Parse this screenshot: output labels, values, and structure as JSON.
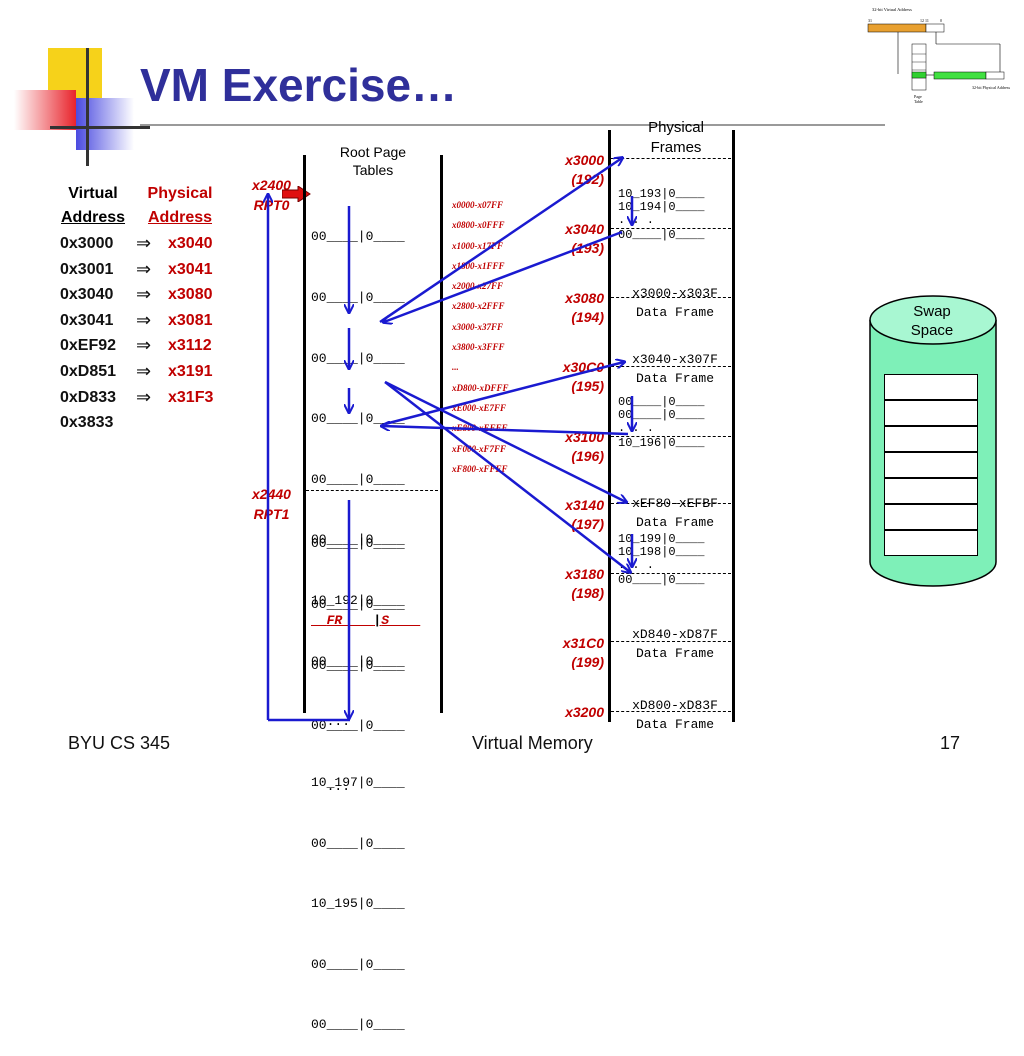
{
  "title": "VM Exercise…",
  "columns": {
    "virtual": [
      "Virtual",
      "Address"
    ],
    "physical": [
      "Physical",
      "Address"
    ]
  },
  "mappings": [
    {
      "va": "0x3000",
      "pa": "x3040"
    },
    {
      "va": "0x3001",
      "pa": "x3041"
    },
    {
      "va": "0x3040",
      "pa": "x3080"
    },
    {
      "va": "0x3041",
      "pa": "x3081"
    },
    {
      "va": "0xEF92",
      "pa": "x3112"
    },
    {
      "va": "0xD851",
      "pa": "x3191"
    },
    {
      "va": "0xD833",
      "pa": "x31F3"
    },
    {
      "va": "0x3833",
      "pa": ""
    }
  ],
  "arrow_symbol": "⇒",
  "root_table": {
    "title": [
      "Root Page",
      "Tables"
    ],
    "rpt0_label": [
      "x2400",
      "RPT0"
    ],
    "rpt1_label": [
      "x2440",
      "RPT1"
    ],
    "rpt0_entries": [
      "00____|0____",
      "00____|0____",
      "00____|0____",
      "00____|0____",
      "00____|0____",
      "00____|0____",
      "10_192|0____",
      "00____|0____",
      "  ...",
      "10_197|0____",
      "00____|0____",
      "10_195|0____",
      "00____|0____",
      "00____|0____"
    ],
    "rpt1_entries": [
      "00____|0____",
      "00____|0____",
      "00____|0____",
      "00____|0____",
      "  ..."
    ],
    "legend": [
      "FR____",
      "|",
      "S____"
    ],
    "ranges": [
      "x0000-x07FF",
      "x0800-x0FFF",
      "x1000-x17FF",
      "x1800-x1FFF",
      "x2000-x27FF",
      "x2800-x2FFF",
      "x3000-x37FF",
      "x3800-x3FFF",
      "...",
      "xD800-xDFFF",
      "xE000-xE7FF",
      "xE800-xEFFF",
      "xF000-xF7FF",
      "xF800-xFFFF"
    ]
  },
  "physical": {
    "title": [
      "Physical",
      "Frames"
    ],
    "frame_labels": [
      {
        "addr": "x3000",
        "num": "(192)"
      },
      {
        "addr": "x3040",
        "num": "(193)"
      },
      {
        "addr": "x3080",
        "num": "(194)"
      },
      {
        "addr": "x30C0",
        "num": "(195)"
      },
      {
        "addr": "x3100",
        "num": "(196)"
      },
      {
        "addr": "x3140",
        "num": "(197)"
      },
      {
        "addr": "x3180",
        "num": "(198)"
      },
      {
        "addr": "x31C0",
        "num": "(199)"
      },
      {
        "addr": "x3200",
        "num": ""
      }
    ],
    "frames": [
      {
        "lines": [
          "10_193|0____",
          "10_194|0____",
          ". . .",
          "00____|0____"
        ]
      },
      {
        "lines": [
          "x3000-x303F",
          "Data Frame"
        ]
      },
      {
        "lines": [
          "x3040-x307F",
          "Data Frame"
        ]
      },
      {
        "lines": [
          "00____|0____",
          "00____|0____",
          ". . .",
          "10_196|0____"
        ]
      },
      {
        "lines": [
          "xEF80-xEFBF",
          "Data Frame"
        ]
      },
      {
        "lines": [
          "10_199|0____",
          "10_198|0____",
          ". . .",
          "00____|0____"
        ]
      },
      {
        "lines": [
          "xD840-xD87F",
          "Data Frame"
        ]
      },
      {
        "lines": [
          "xD800-xD83F",
          "Data Frame"
        ]
      }
    ]
  },
  "swap": {
    "label": [
      "Swap",
      "Space"
    ]
  },
  "thumbnail": {
    "top": "32-bit Virtual Address",
    "right": "32-bit Physical Address",
    "pt": [
      "Page",
      "Table"
    ],
    "bits": [
      "31",
      "12 11",
      "0"
    ]
  },
  "footer": {
    "left": "BYU CS 345",
    "center": "Virtual Memory",
    "right": "17"
  },
  "colors": {
    "title": "#2f2f9a",
    "accent_red": "#c00000",
    "arrows": "#1a1ad0",
    "deco_yellow": "#f6d21a",
    "deco_blue": "#3a3ad0",
    "deco_red": "#e8232b"
  }
}
